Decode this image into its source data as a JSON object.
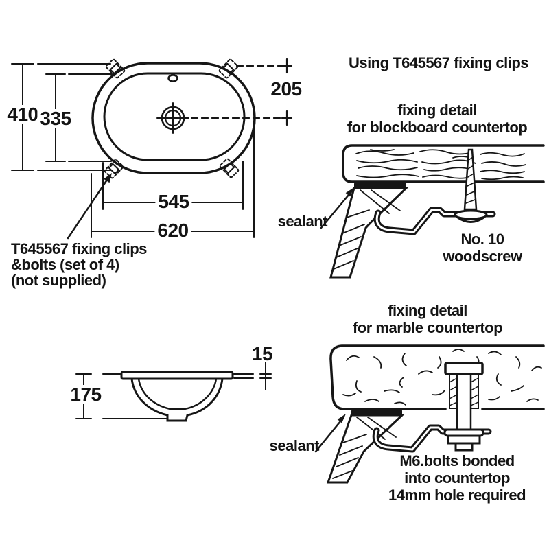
{
  "colors": {
    "ink": "#161616",
    "background": "#ffffff"
  },
  "title": "Using T645567 fixing clips",
  "plan_view": {
    "dim_outer_height": "410",
    "dim_inner_height": "335",
    "dim_center_offset": "205",
    "dim_inner_width": "545",
    "dim_outer_width": "620",
    "note_lines": [
      "T645567 fixing clips",
      "&bolts (set of 4)",
      "(not supplied)"
    ]
  },
  "side_view": {
    "dim_depth": "175",
    "dim_rim_thickness": "15"
  },
  "blockboard_detail": {
    "heading_lines": [
      "fixing detail",
      "for blockboard countertop"
    ],
    "sealant_label": "sealant",
    "fastener_lines": [
      "No. 10",
      "woodscrew"
    ]
  },
  "marble_detail": {
    "heading_lines": [
      "fixing detail",
      "for marble countertop"
    ],
    "sealant_label": "sealant",
    "fastener_lines": [
      "M6.bolts bonded",
      "into countertop",
      "14mm hole required"
    ]
  }
}
